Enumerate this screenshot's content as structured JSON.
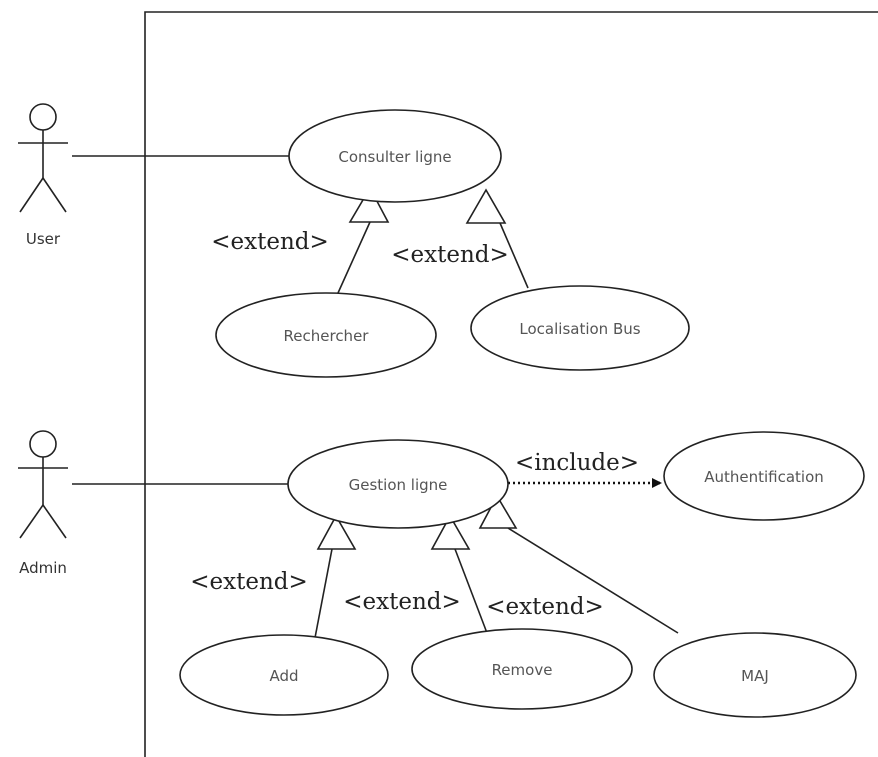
{
  "actors": [
    {
      "id": "user",
      "label": "User"
    },
    {
      "id": "admin",
      "label": "Admin"
    }
  ],
  "use_cases": [
    {
      "id": "consulter",
      "label": "Consulter ligne"
    },
    {
      "id": "rechercher",
      "label": "Rechercher"
    },
    {
      "id": "localisation",
      "label": "Localisation Bus"
    },
    {
      "id": "gestion",
      "label": "Gestion ligne"
    },
    {
      "id": "authentification",
      "label": "Authentification"
    },
    {
      "id": "add",
      "label": "Add"
    },
    {
      "id": "remove",
      "label": "Remove"
    },
    {
      "id": "maj",
      "label": "MAJ"
    }
  ],
  "relationships": [
    {
      "type": "association",
      "from": "user",
      "to": "consulter"
    },
    {
      "type": "association",
      "from": "admin",
      "to": "gestion"
    },
    {
      "type": "extend",
      "from": "rechercher",
      "to": "consulter",
      "label": "<extend>"
    },
    {
      "type": "extend",
      "from": "localisation",
      "to": "consulter",
      "label": "<extend>"
    },
    {
      "type": "include",
      "from": "gestion",
      "to": "authentification",
      "label": "<include>"
    },
    {
      "type": "extend",
      "from": "add",
      "to": "gestion",
      "label": "<extend>"
    },
    {
      "type": "extend",
      "from": "remove",
      "to": "gestion",
      "label": "<extend>"
    },
    {
      "type": "extend",
      "from": "maj",
      "to": "gestion",
      "label": "<extend>"
    }
  ]
}
